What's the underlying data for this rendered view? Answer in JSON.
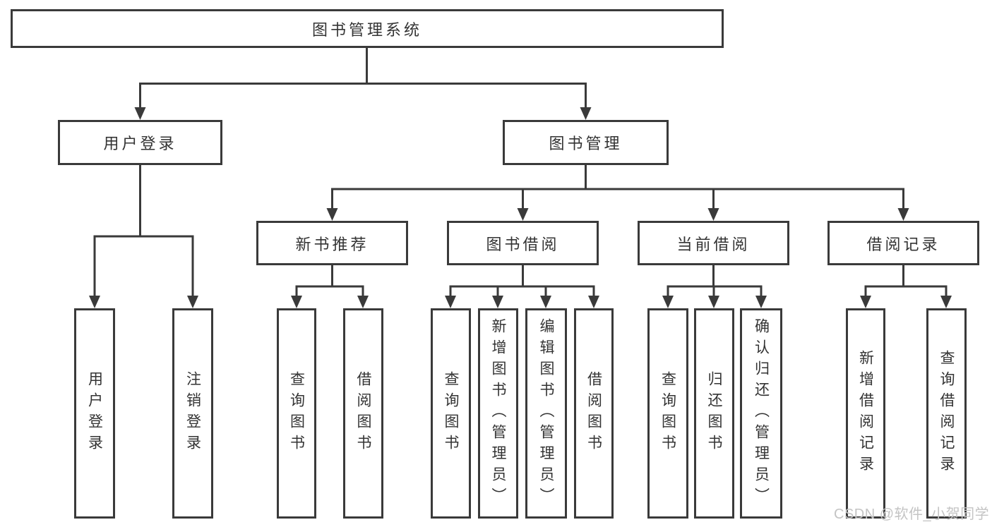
{
  "diagram": {
    "title": "图书管理系统",
    "tree": {
      "label": "图书管理系统",
      "children": [
        {
          "label": "用户登录",
          "children": [
            {
              "label": "用户登录"
            },
            {
              "label": "注销登录"
            }
          ]
        },
        {
          "label": "图书管理",
          "children": [
            {
              "label": "新书推荐",
              "children": [
                {
                  "label": "查询图书"
                },
                {
                  "label": "借阅图书"
                }
              ]
            },
            {
              "label": "图书借阅",
              "children": [
                {
                  "label": "查询图书"
                },
                {
                  "label": "新增图书（管理员）"
                },
                {
                  "label": "编辑图书（管理员）"
                },
                {
                  "label": "借阅图书"
                }
              ]
            },
            {
              "label": "当前借阅",
              "children": [
                {
                  "label": "查询图书"
                },
                {
                  "label": "归还图书"
                },
                {
                  "label": "确认归还（管理员）"
                }
              ]
            },
            {
              "label": "借阅记录",
              "children": [
                {
                  "label": "新增借阅记录"
                },
                {
                  "label": "查询借阅记录"
                }
              ]
            }
          ]
        }
      ]
    }
  },
  "watermark": {
    "text": "CSDN @软件_小贺同学"
  },
  "colors": {
    "line": "#3a3a3a",
    "text": "#333333",
    "box_background": "#ffffff",
    "page_background": "#ffffff",
    "watermark_text": "#c4c4c4"
  }
}
